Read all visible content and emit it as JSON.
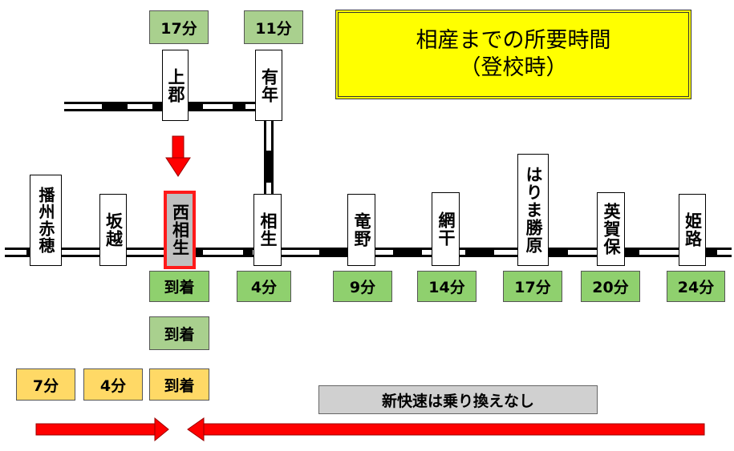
{
  "title": {
    "line1": "相産までの所要時間",
    "line2": "（登校時）"
  },
  "branch_times": {
    "kamigori": "17分",
    "u": "11分"
  },
  "stations": {
    "kamigori": "上郡",
    "u": "有年",
    "banshu_ako": "播州赤穂",
    "sakoshi": "坂越",
    "nishi_aioi": "西相生",
    "aioi": "相生",
    "tatsuno": "竜野",
    "aboshi": "網干",
    "harima_katsuhara": "はりま勝原",
    "hega_ho": "英賀保",
    "himeji": "姫路"
  },
  "main_times": {
    "nishi_aioi": "到着",
    "aioi": "4分",
    "tatsuno": "9分",
    "aboshi": "14分",
    "harima_katsuhara": "17分",
    "hega_ho": "20分",
    "himeji": "24分"
  },
  "row2": {
    "nishi_aioi": "到着"
  },
  "row3": {
    "banshu_ako": "7分",
    "sakoshi": "4分",
    "nishi_aioi": "到着"
  },
  "note": "新快速は乗り換えなし",
  "colors": {
    "title_bg": "#ffff00",
    "time_green": "#8fd06e",
    "time_light_green": "#a9d08e",
    "time_orange": "#ffd966",
    "note_gray": "#d0d0d0",
    "highlight_border": "#ff1a1a",
    "arrow_red": "#ff0000"
  },
  "icons": {
    "down_arrow": "red-down-arrow-icon",
    "right_arrow": "red-right-arrow-icon",
    "left_arrow": "red-left-arrow-icon"
  }
}
